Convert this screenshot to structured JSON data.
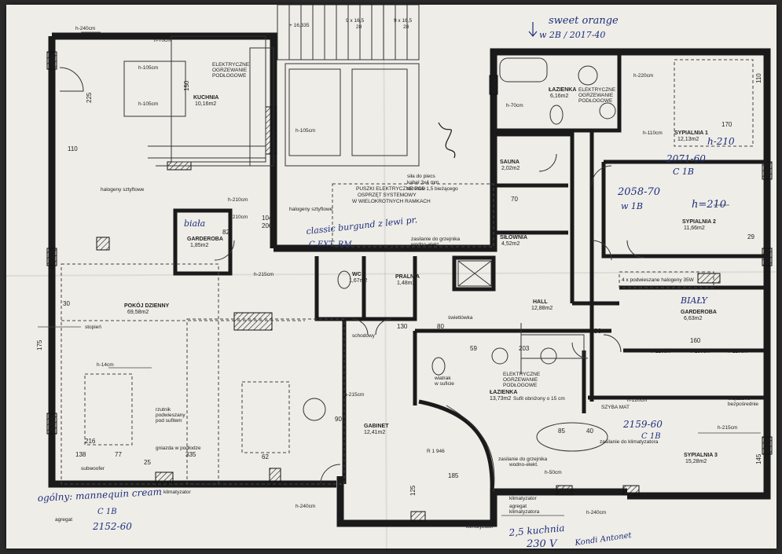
{
  "rooms": [
    {
      "name": "KUCHNIA",
      "area": "10,16m2"
    },
    {
      "name": "GARDEROBA",
      "area": "1,85m2"
    },
    {
      "name": "POKÓJ DZIENNY",
      "area": "69,58m2"
    },
    {
      "name": "WC",
      "area": "1,67m2"
    },
    {
      "name": "PRALNIA",
      "area": "1,48m2"
    },
    {
      "name": "SAUNA",
      "area": "2,02m2"
    },
    {
      "name": "SIŁOWNIA",
      "area": "4,52m2"
    },
    {
      "name": "HALL",
      "area": "12,88m2"
    },
    {
      "name": "ŁAZIENKA",
      "area": "6,16m2"
    },
    {
      "name": "SYPIALNIA 1",
      "area": "12,13m2"
    },
    {
      "name": "SYPIALNIA 2",
      "area": "11,66m2"
    },
    {
      "name": "GARDEROBA",
      "area": "6,63m2"
    },
    {
      "name": "ŁAZIENKA",
      "area": "13,73m2"
    },
    {
      "name": "GABINET",
      "area": "12,41m2"
    },
    {
      "name": "SYPIALNIA 3",
      "area": "15,28m2"
    }
  ],
  "notes": {
    "puszki": [
      "PUSZKI ELEKTRYCZNE PCD",
      "OSPRZĘT SYSTEMOWY",
      "W WIELOKROTNYCH RAMKACH"
    ],
    "sila": [
      "siła do piecs",
      "kabel 3x4 mm",
      "rozstaw 1,5 bieżącego"
    ],
    "halogeny_szt": [
      "halogeny sztyftowe"
    ],
    "ogrzewanie": [
      "ELEKTRYCZNE",
      "OGRZEWANIE",
      "PODŁOGOWE"
    ],
    "zasilanie_grzejnika": [
      "zasilanie do grzejnika",
      "wodno-elekt."
    ],
    "zasilanie_klima": "zasilanie do klimatyzatora",
    "klimatyzator": "klimatyzator",
    "agregat": [
      "agregat",
      "klimatyzatora"
    ],
    "stopien": "stopień",
    "schodowy": "schodowy",
    "swietlowka": "świetlówka",
    "halogeny_4x": "4 x podwieszane halogeny 35W",
    "szyba_mat": "SZYBA MAT",
    "radius": "R 1 946",
    "h16335": "+ 16,335",
    "wiatrak": [
      "wiatrak",
      "w suficie"
    ],
    "gniazda": "gniazda w podłodze",
    "rzutnik": [
      "rzutnik",
      "podwieszany",
      "pod sufitem"
    ],
    "subwoofer": "subwoofer",
    "wlaczanie": [
      "włączanie",
      "bezpośrednie"
    ],
    "suffit": "Sufit obniżony o 15 cm",
    "stopnie": [
      "9 x 16,5",
      "28"
    ]
  },
  "dims": [
    "225",
    "150",
    "110",
    "175",
    "30",
    "138",
    "77",
    "335",
    "62",
    "216",
    "25",
    "104",
    "206",
    "82",
    "70",
    "90",
    "130",
    "80",
    "59",
    "203",
    "185",
    "125",
    "170",
    "160",
    "145",
    "110",
    "29",
    "96",
    "85",
    "40"
  ],
  "heights": [
    "h-240cm",
    "h-220cm",
    "h-215cm",
    "h-210cm",
    "h-180cm",
    "h-120cm",
    "h-110cm",
    "h-105cm",
    "h-70cm",
    "h-50cm",
    "h-14cm"
  ],
  "handwriting": {
    "sweet_orange": "sweet orange",
    "w2b": "w 2B / 2017-40",
    "h210a": "h-210",
    "code2071": "2071-60",
    "c1b_a": "C 1B",
    "code2058": "2058-70",
    "w1b": "w 1B",
    "h210b": "h=210",
    "biala": "biała",
    "classic_a": "classic burgund z lewi pr.",
    "classic_b": "C  EXT. RM",
    "biale": "BIAŁY",
    "code2159": "2159-60",
    "c1b_b": "C 1B",
    "ogolny": "ogólny: mannequin cream",
    "c1b_c": "C 1B",
    "code2152": "2152-60",
    "kuchnia_bottom": "2,5 kuchnia",
    "v230": "230 V",
    "kondi": "Kondi Antonet"
  },
  "colors": {
    "paper": "#efede8",
    "ink": "#1a1a1a",
    "pen": "#1d2f7a"
  }
}
